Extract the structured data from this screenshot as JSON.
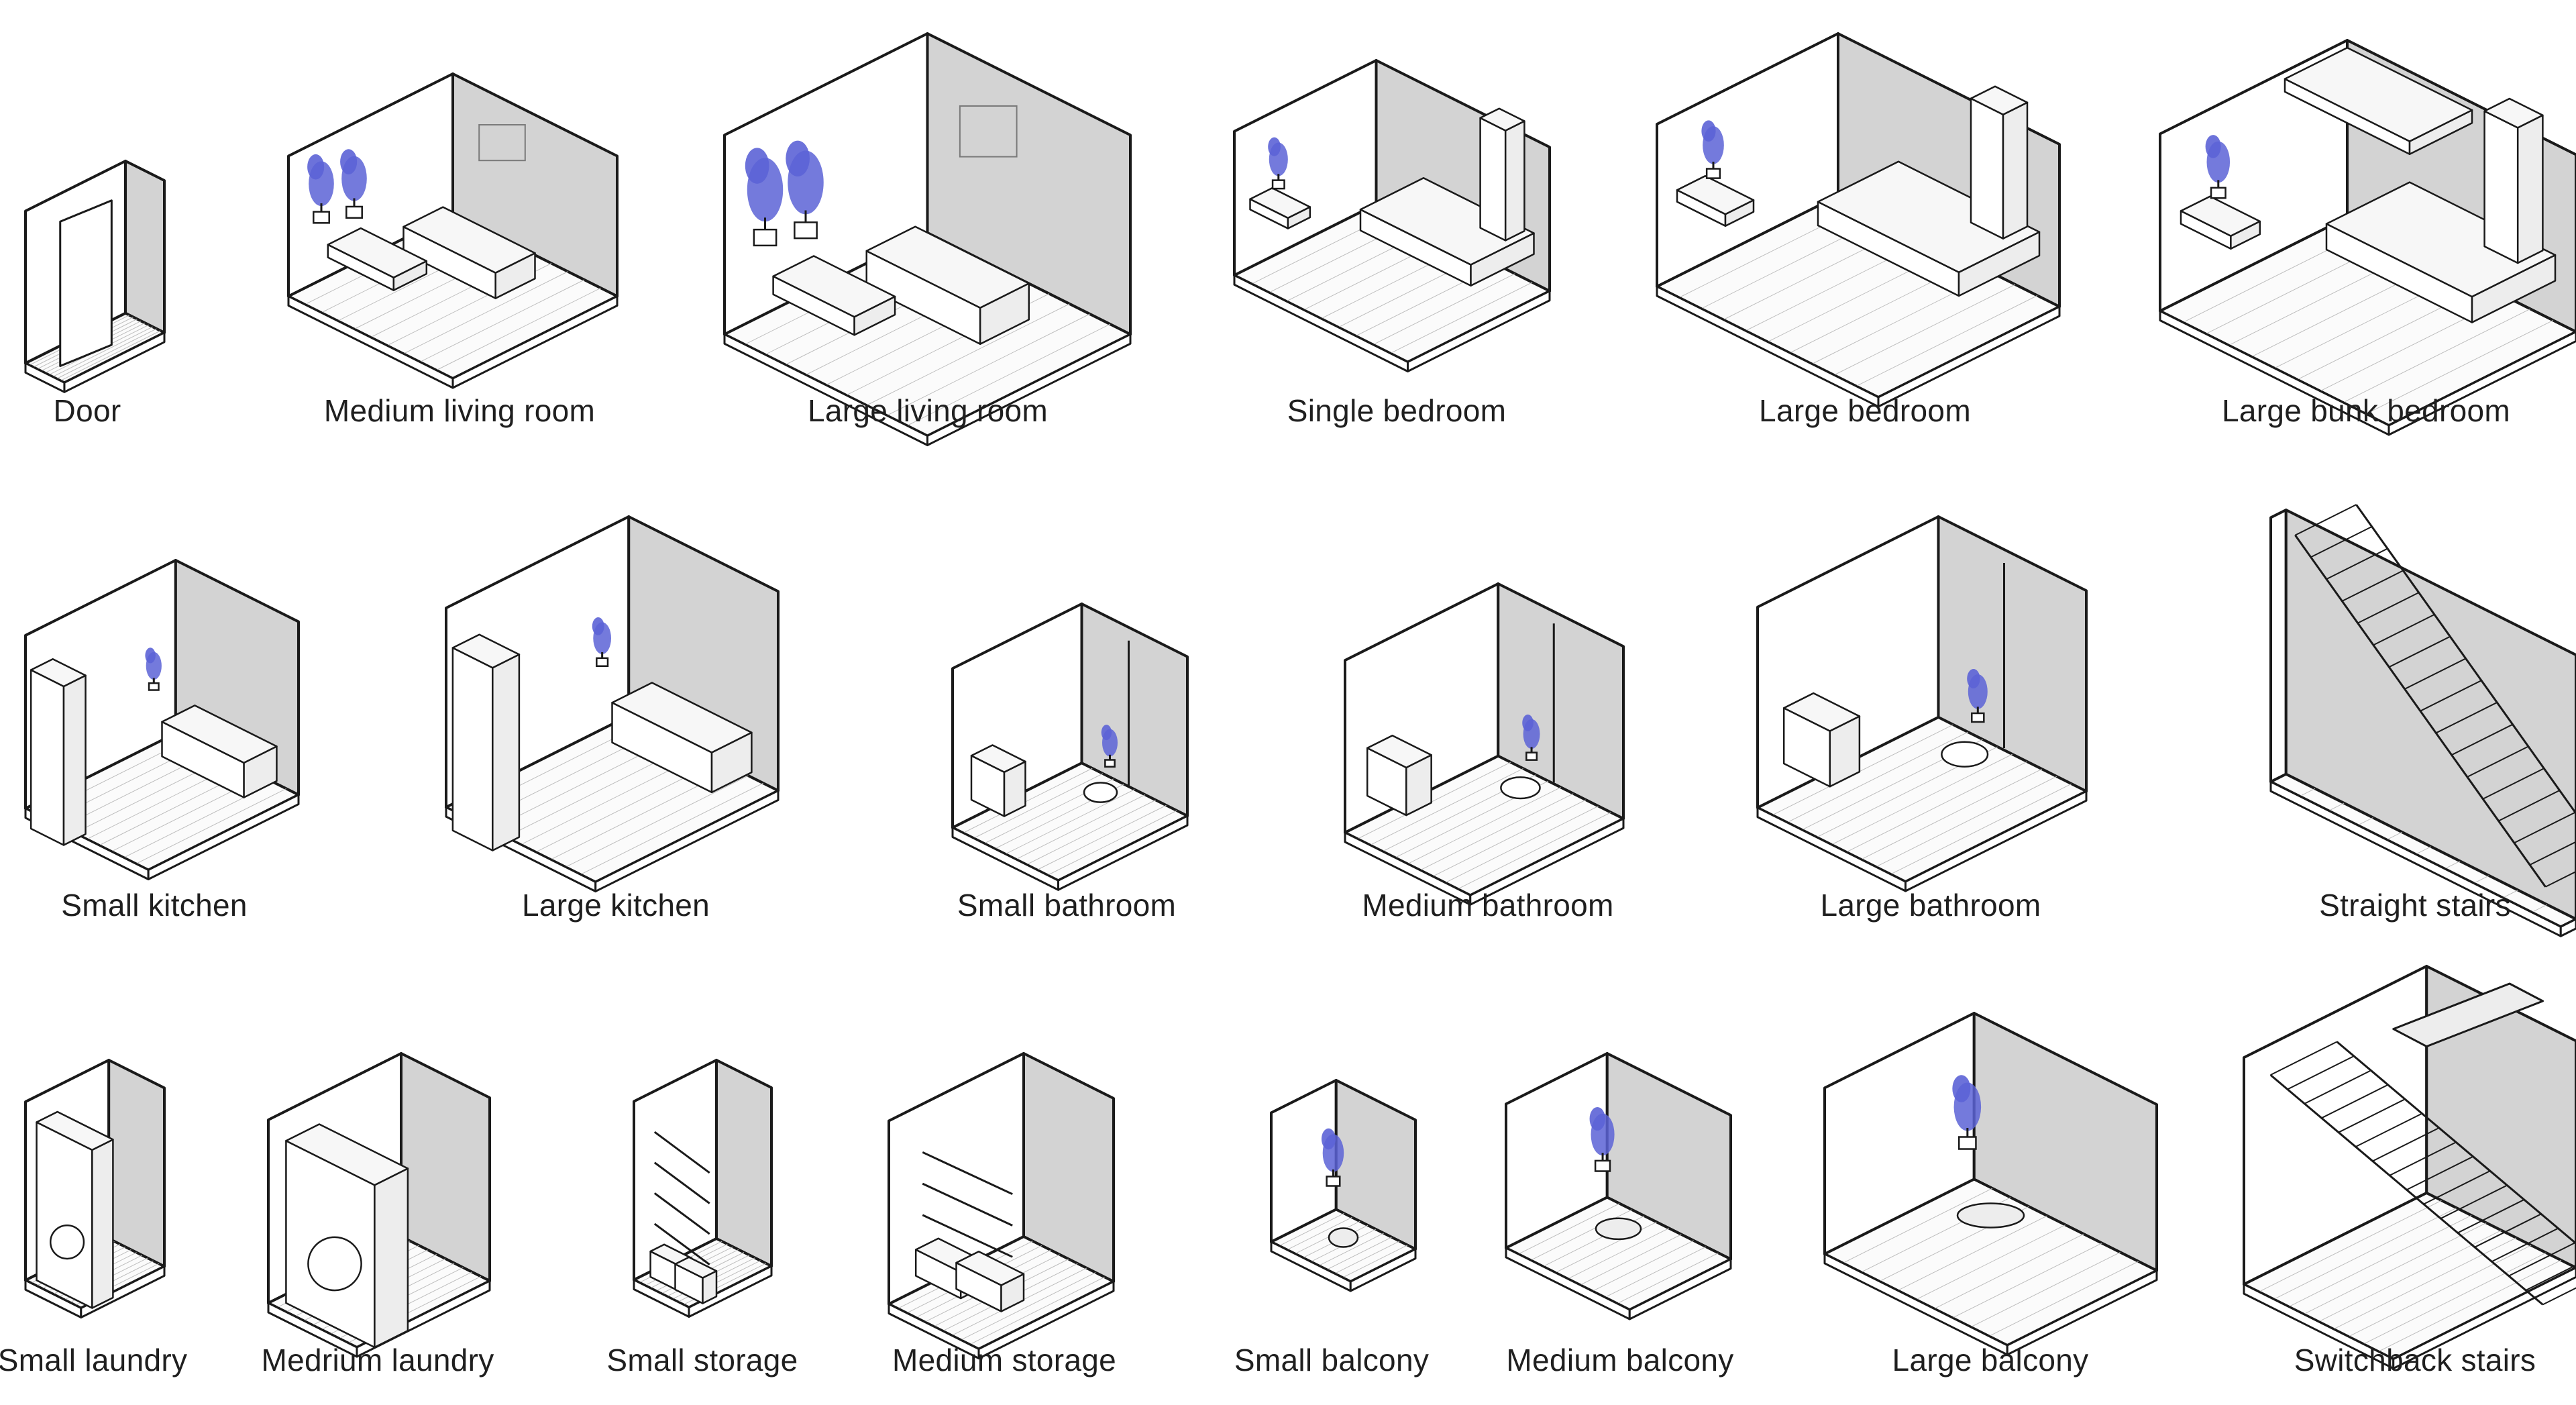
{
  "colors": {
    "stroke": "#1a1a1a",
    "wall": "#d3d3d3",
    "floor": "#fbfbfb",
    "furniture": "#ededed",
    "plant": "#5c63d6"
  },
  "modules": [
    {
      "key": "door",
      "label": "Door",
      "kind": "door"
    },
    {
      "key": "medium-living-room",
      "label": "Medium living room",
      "kind": "living"
    },
    {
      "key": "large-living-room",
      "label": "Large living room",
      "kind": "living"
    },
    {
      "key": "single-bedroom",
      "label": "Single bedroom",
      "kind": "bedroom"
    },
    {
      "key": "large-bedroom",
      "label": "Large bedroom",
      "kind": "bedroom"
    },
    {
      "key": "large-bunk-bedroom",
      "label": "Large bunk bedroom",
      "kind": "bunk"
    },
    {
      "key": "small-kitchen",
      "label": "Small kitchen",
      "kind": "kitchen"
    },
    {
      "key": "large-kitchen",
      "label": "Large kitchen",
      "kind": "kitchen"
    },
    {
      "key": "small-bathroom",
      "label": "Small bathroom",
      "kind": "bathroom"
    },
    {
      "key": "medium-bathroom",
      "label": "Medium bathroom",
      "kind": "bathroom"
    },
    {
      "key": "large-bathroom",
      "label": "Large bathroom",
      "kind": "bathroom"
    },
    {
      "key": "straight-stairs",
      "label": "Straight stairs",
      "kind": "stairs"
    },
    {
      "key": "small-laundry",
      "label": "Small laundry",
      "kind": "laundry"
    },
    {
      "key": "medium-laundry",
      "label": "Medrium laundry",
      "kind": "laundry"
    },
    {
      "key": "small-storage",
      "label": "Small storage",
      "kind": "storage"
    },
    {
      "key": "medium-storage",
      "label": "Medium storage",
      "kind": "storage"
    },
    {
      "key": "small-balcony",
      "label": "Small balcony",
      "kind": "balcony"
    },
    {
      "key": "medium-balcony",
      "label": "Medium balcony",
      "kind": "balcony"
    },
    {
      "key": "large-balcony",
      "label": "Large balcony",
      "kind": "balcony"
    },
    {
      "key": "switchback-stairs",
      "label": "Switchback stairs",
      "kind": "switchback"
    }
  ]
}
